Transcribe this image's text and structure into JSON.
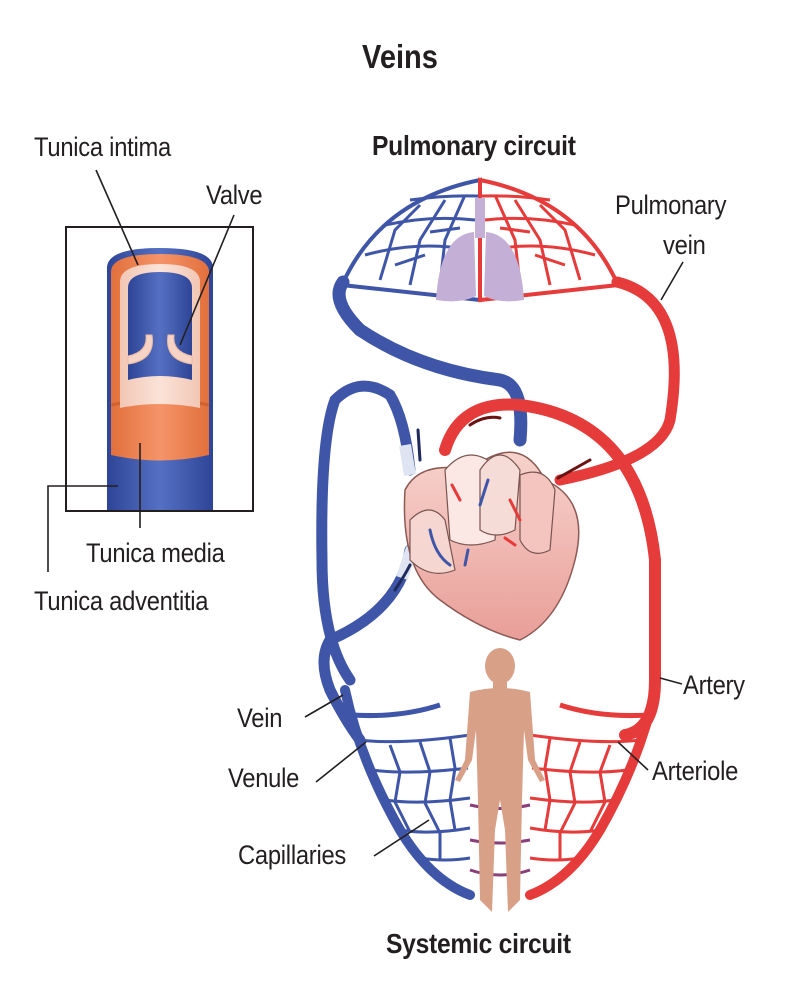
{
  "title": "Veins",
  "vein_structure": {
    "labels": {
      "tunica_intima": "Tunica intima",
      "valve": "Valve",
      "tunica_media": "Tunica media",
      "tunica_adventitia": "Tunica adventitia"
    }
  },
  "circulation": {
    "pulmonary_circuit": "Pulmonary circuit",
    "systemic_circuit": "Systemic circuit",
    "labels": {
      "pulmonary_vein": "Pulmonary vein",
      "pulmonary_vein_line1": "Pulmonary",
      "pulmonary_vein_line2": "vein",
      "artery": "Artery",
      "arteriole": "Arteriole",
      "vein": "Vein",
      "venule": "Venule",
      "capillaries": "Capillaries"
    }
  },
  "colors": {
    "vein_blue": "#3f56a8",
    "artery_red": "#e63b3b",
    "tunica_media_orange": "#ef8654",
    "intima_pink": "#f6d3c4",
    "lung_lavender": "#c4afd6",
    "body_tan": "#d9a088",
    "heart_pink": "#f0b6b0"
  }
}
